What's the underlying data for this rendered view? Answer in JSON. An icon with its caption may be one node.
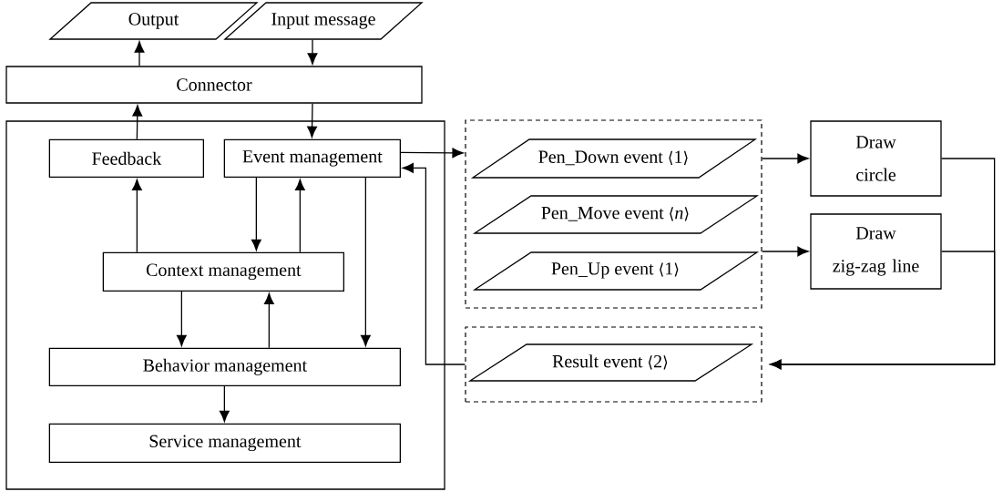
{
  "diagram": {
    "nodes": [
      {
        "text": [
          "Output"
        ]
      },
      {
        "text": [
          "Input message"
        ]
      },
      {
        "text": [
          "Connector"
        ]
      },
      {
        "text": [],
        "shape": "box"
      },
      {
        "text": [
          "Feedback"
        ],
        "in": 3
      },
      {
        "text": [
          "Event management"
        ],
        "in": 3
      },
      {
        "text": [
          "Context management"
        ],
        "in": 3
      },
      {
        "text": [
          "Behavior management"
        ],
        "in": 3
      },
      {
        "text": [
          "Service management"
        ],
        "in": 3
      },
      {
        "text": [],
        "shape": "box"
      },
      {
        "text": [
          "Pen_Down event ⟨1⟩"
        ],
        "in": 9
      },
      {
        "text": [
          "Pen_Move event ⟨*n*⟩"
        ],
        "in": 9
      },
      {
        "text": [
          "Pen_Up event ⟨1⟩"
        ],
        "in": 9
      },
      {
        "text": [],
        "shape": "box"
      },
      {
        "text": [
          "Result event ⟨2⟩"
        ],
        "in": 13
      },
      {
        "text": [
          "Draw circle"
        ]
      },
      {
        "text": [
          "Draw zig-zag line"
        ]
      }
    ],
    "edges": [
      {
        "from": 2,
        "to": 0,
        "arrow": "to"
      },
      {
        "from": 1,
        "to": 2,
        "arrow": "to"
      },
      {
        "from": 4,
        "to": 2,
        "arrow": "to"
      },
      {
        "from": 2,
        "to": 5,
        "arrow": "to"
      },
      {
        "from": 5,
        "to": 9,
        "arrow": "to"
      },
      {
        "from": 13,
        "to": 5,
        "arrow": "to"
      },
      {
        "from": 5,
        "to": 6,
        "arrow": "to"
      },
      {
        "from": 6,
        "to": 5,
        "arrow": "to"
      },
      {
        "from": 6,
        "to": 4,
        "arrow": "to"
      },
      {
        "from": 6,
        "to": 7,
        "arrow": "to"
      },
      {
        "from": 7,
        "to": 6,
        "arrow": "to"
      },
      {
        "from": 5,
        "to": 7,
        "arrow": "to"
      },
      {
        "from": 7,
        "to": 8,
        "arrow": "to"
      },
      {
        "from": 9,
        "to": 15,
        "arrow": "to"
      },
      {
        "from": 9,
        "to": 16,
        "arrow": "to"
      },
      {
        "from": 15,
        "to": 13,
        "arrow": "to"
      },
      {
        "from": 16,
        "to": 13,
        "arrow": "to"
      }
    ]
  }
}
